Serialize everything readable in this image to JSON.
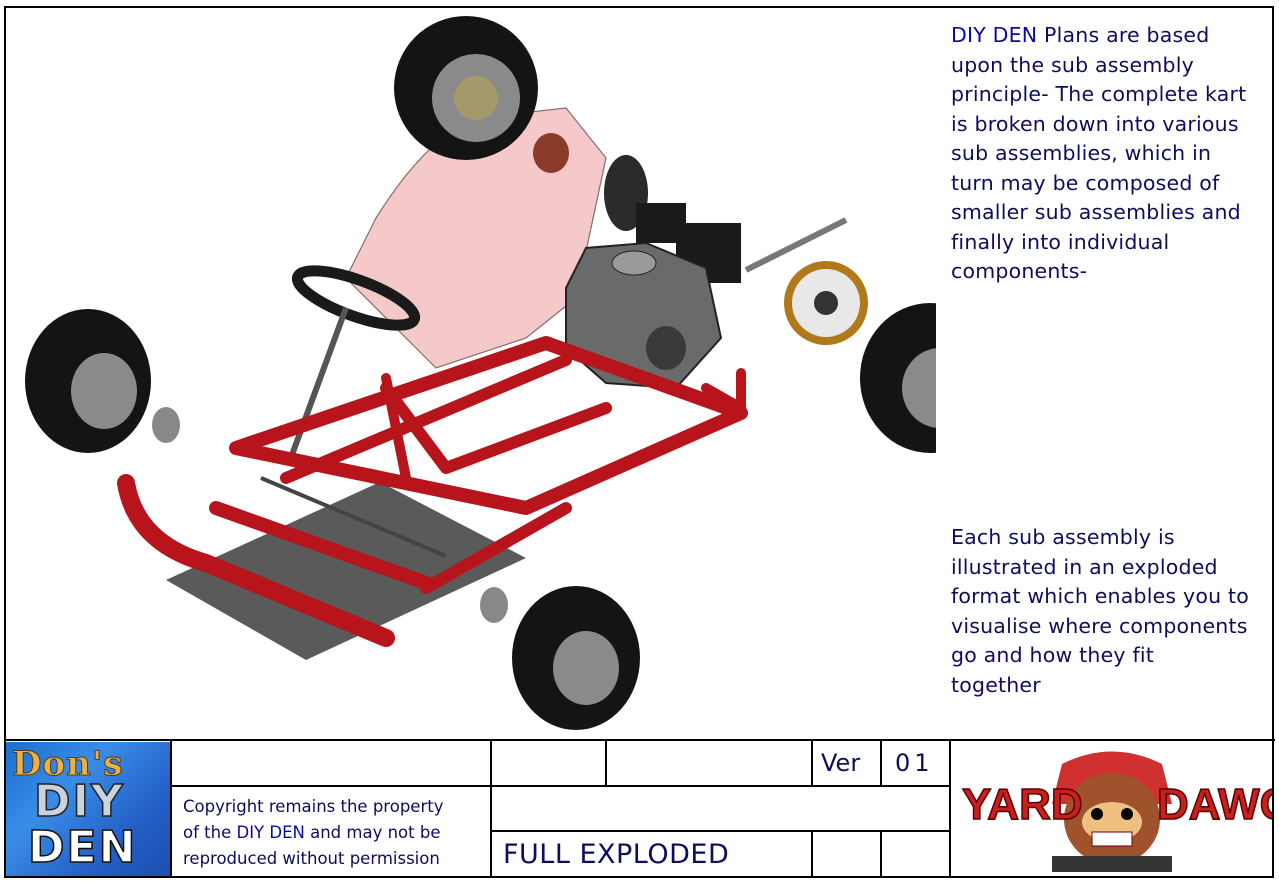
{
  "description": {
    "paragraph1_highlight": "DIY DEN",
    "paragraph1_lines": [
      " Plans are based",
      "upon the sub assembly",
      "principle- The complete kart",
      "is broken down into various",
      "sub assemblies, which in",
      "turn may be composed of",
      "smaller sub assemblies and",
      "finally into individual",
      "components-"
    ],
    "paragraph2_lines": [
      "Each sub assembly is",
      "illustrated in an exploded",
      "format which enables you to",
      "visualise where components",
      "go and how they fit",
      "together"
    ]
  },
  "title_block": {
    "logo_left": {
      "line1": "Don's",
      "line2": "DIY",
      "line3": "DEN"
    },
    "copyright_lines": [
      "Copyright remains the property",
      "of the ",
      " and may not be",
      "reproduced without permission"
    ],
    "copyright_highlight": "DIY DEN",
    "version_label": "Ver",
    "version_value": "01",
    "drawing_title": "FULL EXPLODED",
    "logo_right": {
      "word1": "YARD",
      "word2": "DAWG"
    }
  },
  "colors": {
    "frame_red": "#b8141c",
    "text_navy": "#0d0d5e",
    "tire_black": "#141414",
    "seat_pink": "#f1b7b7"
  }
}
